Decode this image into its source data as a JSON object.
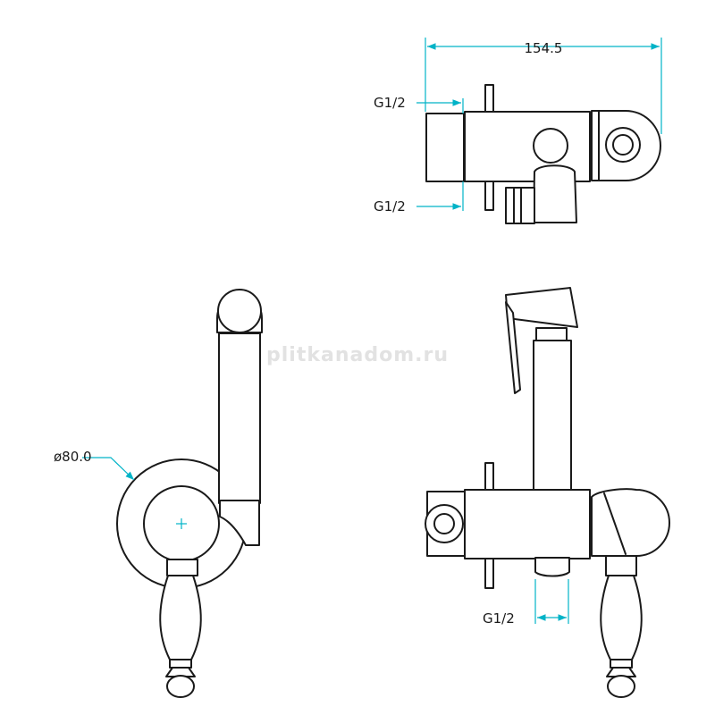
{
  "watermark": "plitkanadom.ru",
  "dimensions": {
    "overall_width": "154.5",
    "thread_top_view_upper": "G1/2",
    "thread_top_view_lower": "G1/2",
    "thread_side_view": "G1/2",
    "flange_diameter": "ø80.0"
  },
  "colors": {
    "outline": "#1a1a1a",
    "dimension_line": "#00b3c7",
    "watermark": "#e2e2e2"
  }
}
